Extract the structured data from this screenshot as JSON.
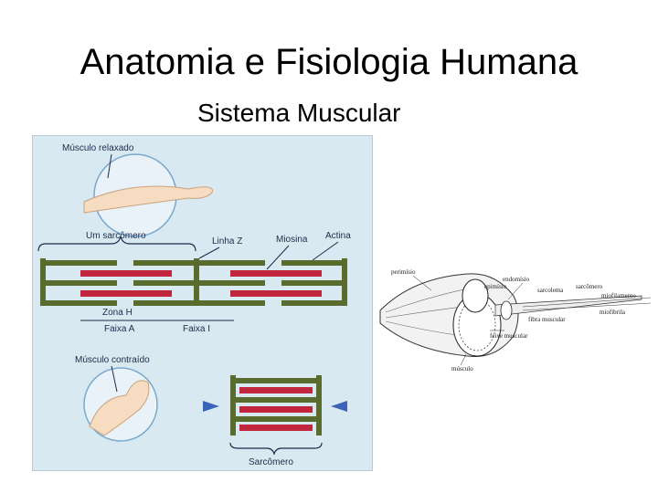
{
  "slide": {
    "title": "Anatomia e Fisiologia Humana",
    "subtitle": "Sistema  Muscular"
  },
  "figure_left": {
    "labels": {
      "relaxed": "Músculo relaxado",
      "sarcomere": "Um sarcômero",
      "z_line": "Linha Z",
      "myosin": "Miosina",
      "actin": "Actina",
      "h_zone": "Zona H",
      "a_band": "Faixa A",
      "i_band": "Faixa I",
      "contracted": "Músculo contraído",
      "sarcomere_bottom": "Sarcômero"
    },
    "colors": {
      "background": "#d9e9f2",
      "actin": "#5a6b2e",
      "myosin": "#c2263f",
      "arrow": "#3b63b8",
      "skin": "#f6dcc0"
    }
  },
  "figure_right": {
    "labels": {
      "perimysium": "perimísio",
      "endomysium": "endomísio",
      "epimysium": "epimísio",
      "sarcolemma": "sarcolema",
      "sarcomere": "sarcômero",
      "myofilament": "miofilamento",
      "myofibril": "miofibrila",
      "muscle_fiber": "fibra muscular",
      "muscle_bundle": "feixe muscular",
      "muscle": "músculo"
    }
  }
}
